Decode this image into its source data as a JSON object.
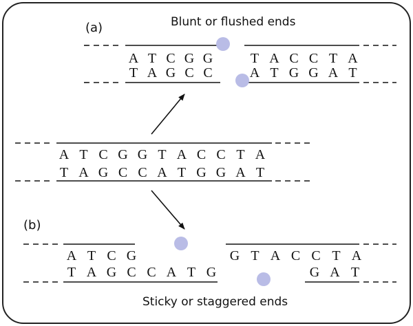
{
  "panel_a": {
    "label": "(a)",
    "caption": "Blunt or flushed ends",
    "top_left": [
      "A",
      "T",
      "C",
      "G",
      "G"
    ],
    "top_right": [
      "T",
      "A",
      "C",
      "C",
      "T",
      "A"
    ],
    "bottom_left": [
      "T",
      "A",
      "G",
      "C",
      "C"
    ],
    "bottom_right": [
      "A",
      "T",
      "G",
      "G",
      "A",
      "T"
    ]
  },
  "middle": {
    "top": [
      "A",
      "T",
      "C",
      "G",
      "G",
      "T",
      "A",
      "C",
      "C",
      "T",
      "A"
    ],
    "bottom": [
      "T",
      "A",
      "G",
      "C",
      "C",
      "A",
      "T",
      "G",
      "G",
      "A",
      "T"
    ]
  },
  "panel_b": {
    "label": "(b)",
    "caption": "Sticky or staggered ends",
    "top_left": [
      "A",
      "T",
      "C",
      "G"
    ],
    "top_right": [
      "G",
      "T",
      "A",
      "C",
      "C",
      "T",
      "A"
    ],
    "bottom_left": [
      "T",
      "A",
      "G",
      "C",
      "C",
      "A",
      "T",
      "G"
    ],
    "bottom_right": [
      "G",
      "A",
      "T"
    ]
  },
  "colors": {
    "cut_marker": "#b9bce6",
    "outline": "#222222"
  }
}
